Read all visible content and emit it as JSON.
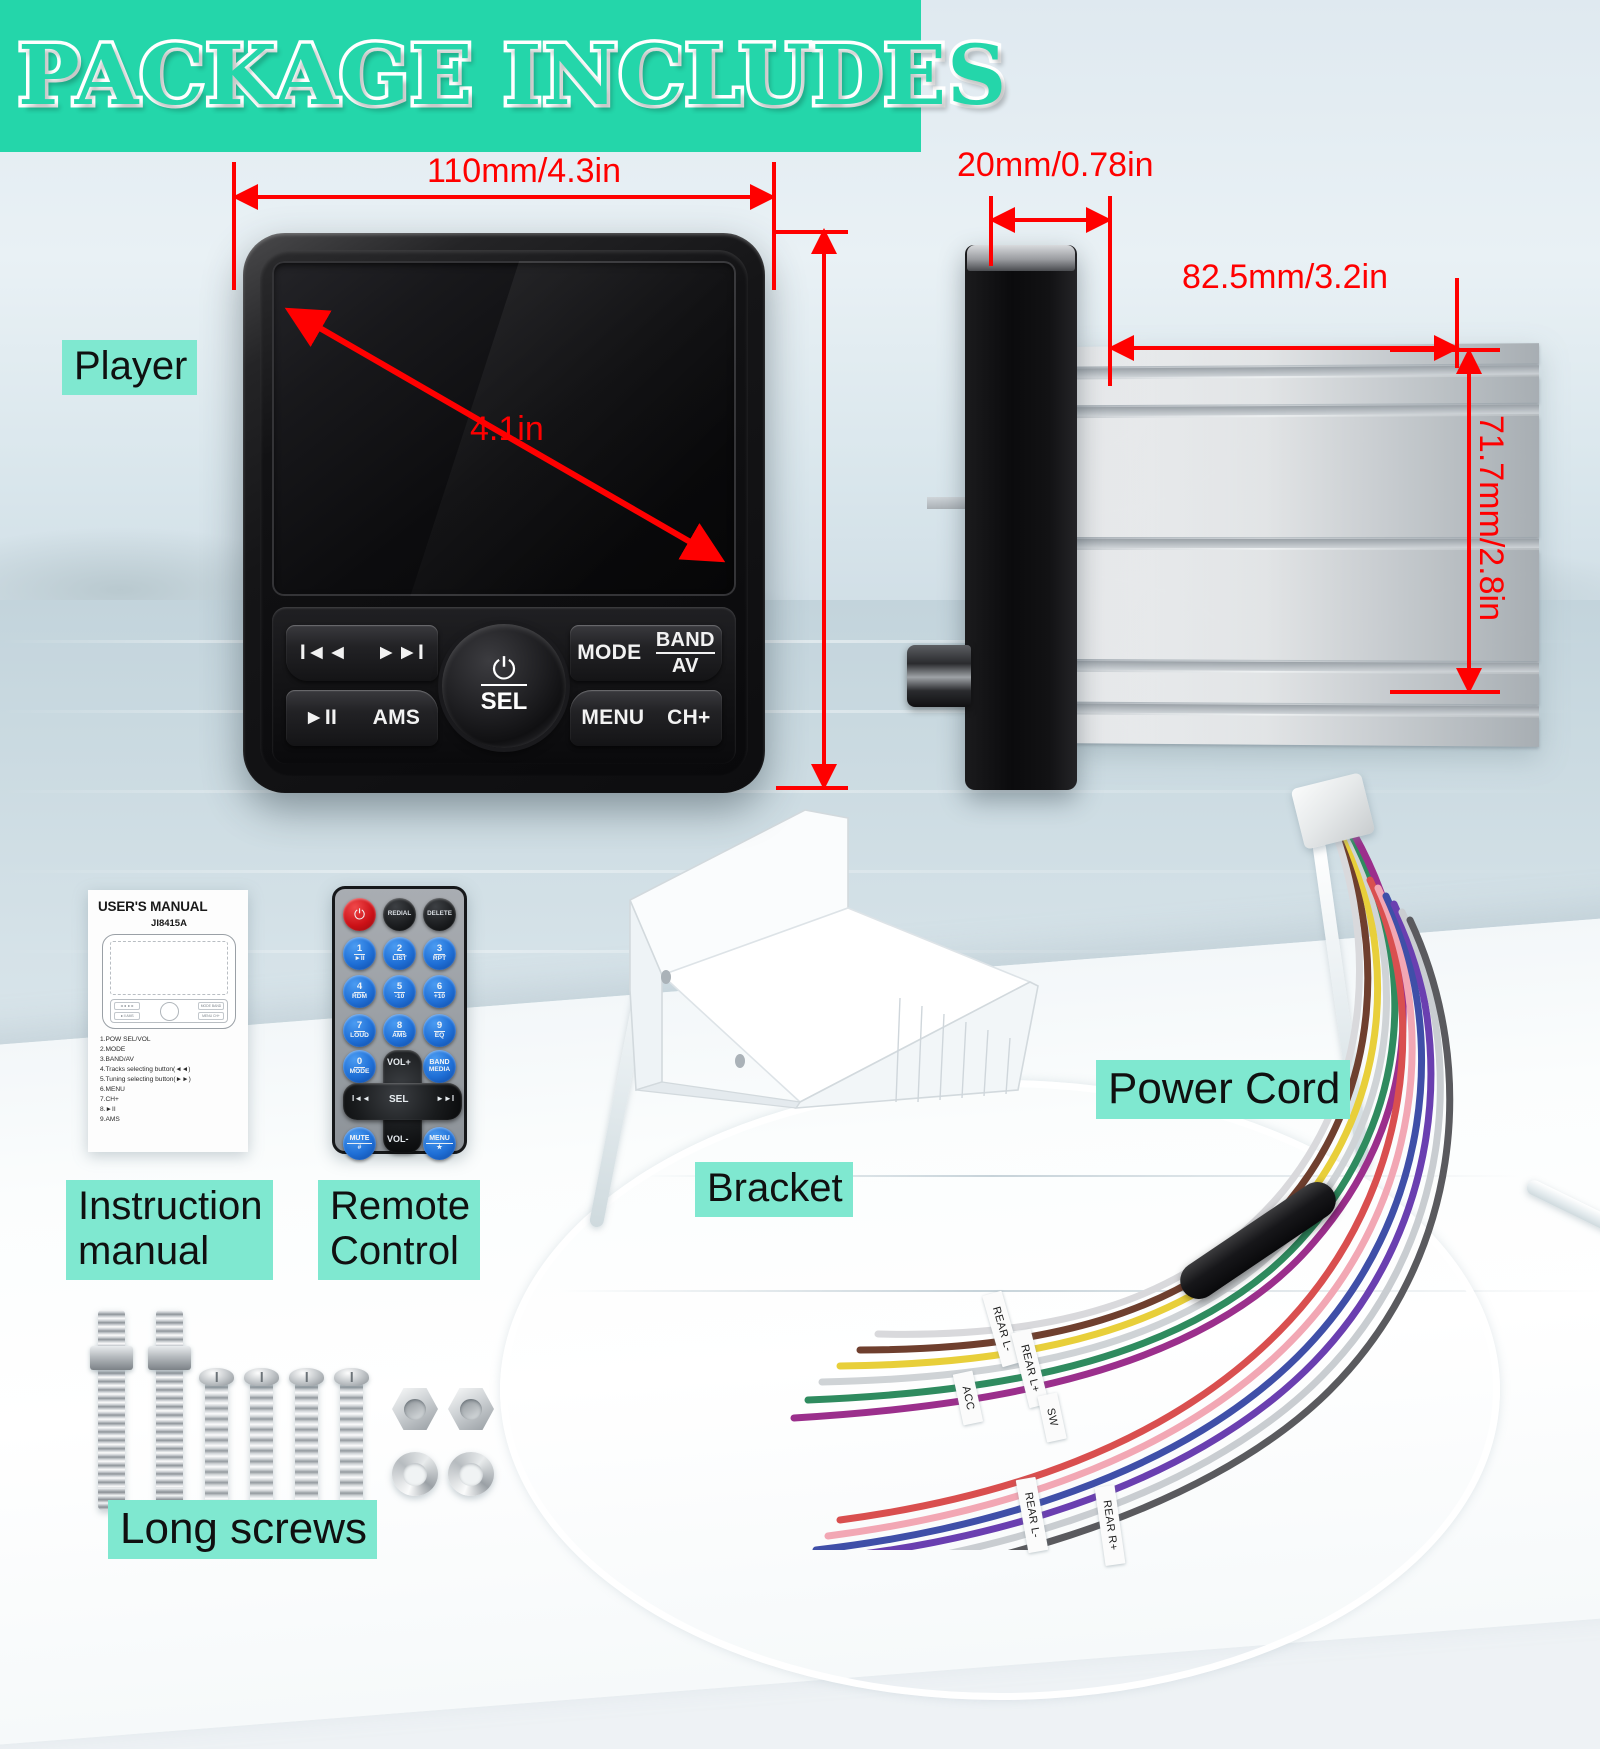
{
  "banner": {
    "title": "PACKAGE INCLUDES",
    "bg_color": "#24D6AA",
    "text_color": "#FFFFFF"
  },
  "theme": {
    "chip_bg": "#7FE8D0",
    "chip_text": "#101010",
    "dimension_color": "#FF0000"
  },
  "labels": {
    "player": "Player",
    "instruction_manual": "Instruction\nmanual",
    "remote_control": "Remote\nControl",
    "bracket": "Bracket",
    "power_cord": "Power Cord",
    "long_screws": "Long screws"
  },
  "dimensions": {
    "front_width": "110mm/4.3in",
    "screen_diagonal": "4.1in",
    "face_depth": "20mm/0.78in",
    "body_depth": "82.5mm/3.2in",
    "body_height": "71.7mm/2.8in"
  },
  "player": {
    "buttons": {
      "prev": "I◄◄",
      "next": "►►I",
      "play_pause": "►II",
      "ams": "AMS",
      "mode": "MODE",
      "band_top": "BAND",
      "band_bottom": "AV",
      "menu": "MENU",
      "ch_plus": "CH+"
    },
    "knob": {
      "power_glyph": "⏻",
      "label": "SEL"
    }
  },
  "manual": {
    "title": "USER'S MANUAL",
    "model": "JI8415A",
    "figure_buttons": [
      "◄◄",
      "►►",
      "MODE",
      "BAND",
      "►II",
      "AMS",
      "MENU",
      "CH+"
    ],
    "list": [
      "1.POW SEL/VOL",
      "2.MODE",
      "3.BAND/AV",
      "4.Tracks selecting button(◄◄)",
      "5.Tuning selecting button(►►)",
      "6.MENU",
      "7.CH+",
      "8.►II",
      "9.AMS"
    ]
  },
  "remote": {
    "row1": [
      {
        "type": "power",
        "glyph": "⏻",
        "color": "red"
      },
      {
        "type": "pill",
        "cap": "REDIAL",
        "color": "dark"
      },
      {
        "type": "pill",
        "cap": "DELETE",
        "color": "dark"
      }
    ],
    "row2": [
      {
        "n": "1",
        "s": "►II"
      },
      {
        "n": "2",
        "s": "LIST"
      },
      {
        "n": "3",
        "s": "RPT"
      }
    ],
    "row3": [
      {
        "n": "4",
        "s": "RDM"
      },
      {
        "n": "5",
        "s": "-10"
      },
      {
        "n": "6",
        "s": "+10"
      }
    ],
    "row4": [
      {
        "n": "7",
        "s": "LOUD"
      },
      {
        "n": "8",
        "s": "AMS"
      },
      {
        "n": "9",
        "s": "EQ"
      }
    ],
    "row5_left": {
      "n": "0",
      "s": "MODE"
    },
    "row5_right": {
      "n": "BAND",
      "s": "MEDIA"
    },
    "row7_left": {
      "n": "MUTE",
      "s": "#"
    },
    "row7_right": {
      "n": "MENU",
      "s": "★"
    },
    "dpad": {
      "up": "VOL+",
      "down": "VOL-",
      "left": "I◄◄",
      "right": "►►I",
      "center": "SEL"
    }
  },
  "wire_labels": [
    "REAR L+",
    "ACC",
    "SW",
    "REAR L-",
    "REAR R+"
  ]
}
